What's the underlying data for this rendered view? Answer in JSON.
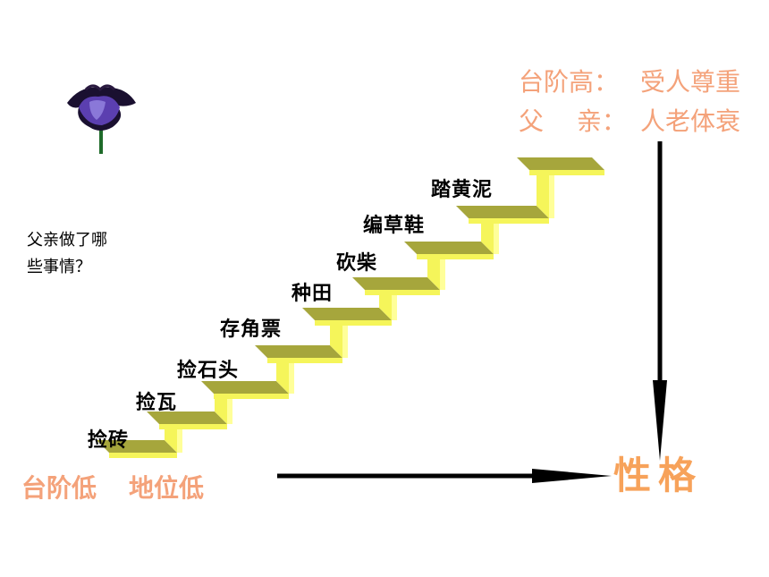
{
  "question": {
    "line1": "父亲做了哪",
    "line2": "些事情？"
  },
  "steps": [
    "捡砖",
    "捡瓦",
    "捡石头",
    "存角票",
    "种田",
    "砍柴",
    "编草鞋",
    "踏黄泥"
  ],
  "top_right": {
    "row1_label": "台阶高：",
    "row1_value": "受人尊重",
    "row2_label": "父　 亲：",
    "row2_value": "人老体衰"
  },
  "bottom_left": {
    "left": "台阶低",
    "right": "地位低"
  },
  "result": "性格",
  "colors": {
    "step_top": "#a6a63c",
    "step_riser": "#f5f55a",
    "step_edge": "#ffff99",
    "label_orange": "#f4a27a",
    "result_orange": "#f7a25a",
    "arrow": "#000000",
    "flower_petal": "#5b3fb0",
    "flower_dark": "#1a1030",
    "flower_stem": "#1f6b2a"
  },
  "icons": [
    "flower-icon"
  ]
}
